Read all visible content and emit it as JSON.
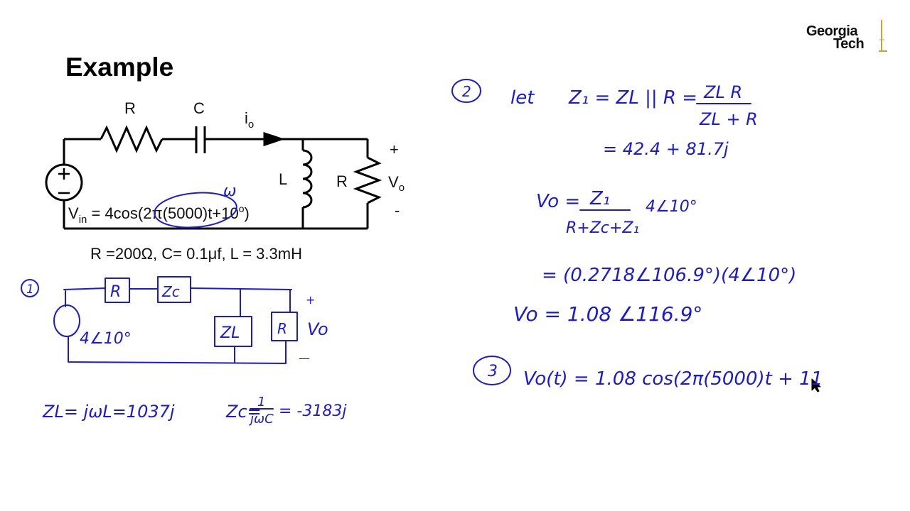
{
  "slide": {
    "title": "Example",
    "logo": {
      "line1": "Georgia",
      "line2": "Tech"
    }
  },
  "circuit": {
    "label_R_series": "R",
    "label_C": "C",
    "label_io_main": "i",
    "label_io_sub": "o",
    "label_L": "L",
    "label_R_shunt": "R",
    "label_plus": "+",
    "label_minus": "-",
    "label_vo_main": "V",
    "label_vo_sub": "o",
    "source_main": "V",
    "source_sub": "in",
    "source_rest": " = 4cos(2π(5000)t+10",
    "source_sup": "o",
    "source_close": ")",
    "params": "R =200Ω, C= 0.1μf, L = 3.3mH"
  },
  "annotations": {
    "omega": "ω",
    "step1": "1",
    "step1_R": "R",
    "step1_Zc": "Zc",
    "step1_ZL": "ZL",
    "step1_R2": "R",
    "step1_plus": "+",
    "step1_minus": "—",
    "step1_Vo": "Vo",
    "step1_source": "4∠10°",
    "zl_eq": "ZL= jωL=1037j",
    "zc_lhs": "Zc=",
    "zc_num": "1",
    "zc_den": "jωC",
    "zc_rhs": "= -3183j",
    "step2": "2",
    "let": "let",
    "z1_lhs": "Z₁ = ZL || R =",
    "z1_num": "ZL R",
    "z1_den": "ZL + R",
    "z1_val": "= 42.4 + 81.7j",
    "vo_lhs": "Vo =",
    "vo_num": "Z₁",
    "vo_den": "R+Zc+Z₁",
    "vo_src": "4∠10°",
    "vo_prod": "= (0.2718∠106.9°)(4∠10°)",
    "vo_result": "Vo = 1.08 ∠116.9°",
    "step3": "3",
    "vt": "Vo(t) = 1.08 cos(2π(5000)t + 11"
  }
}
